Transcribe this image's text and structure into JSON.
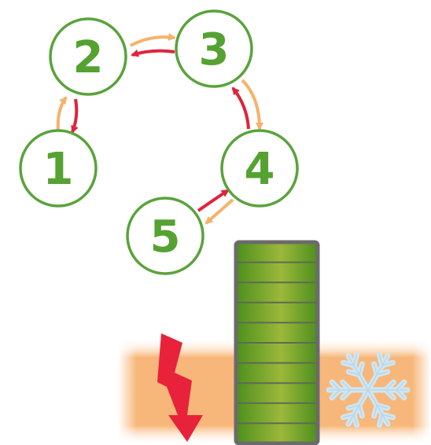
{
  "colors": {
    "circle_stroke": "#5aa33b",
    "circle_fill": "#ffffff",
    "number": "#55a232",
    "forward_arrow": "#f6b26b",
    "backward_arrow": "#e0233b",
    "heat_band": "#f7b77a",
    "bolt": "#e8223a",
    "battery_frame": "#6b6b6b",
    "battery_fill_dark": "#4d8f1e",
    "battery_fill_light": "#9cb83a",
    "snowflake": "#cfe6f2"
  },
  "states": [
    {
      "id": "1",
      "label": "1"
    },
    {
      "id": "2",
      "label": "2"
    },
    {
      "id": "3",
      "label": "3"
    },
    {
      "id": "4",
      "label": "4"
    },
    {
      "id": "5",
      "label": "5"
    }
  ],
  "icons": {
    "bolt": "lightning-bolt-icon",
    "snowflake": "snowflake-icon",
    "battery": "battery-stack-icon"
  },
  "battery": {
    "segments": 10
  }
}
